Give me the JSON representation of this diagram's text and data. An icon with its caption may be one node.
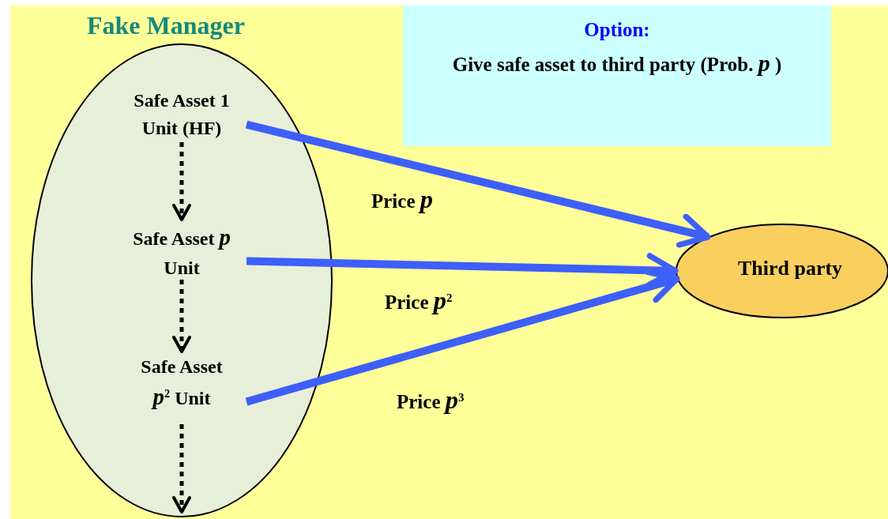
{
  "diagram": {
    "nodes": [
      {
        "text": [
          "Fake Manager"
        ]
      },
      {
        "text": [
          "Safe Asset 1 Unit (HF)"
        ],
        "in": 0
      },
      {
        "text": [
          "Safe Asset *p* Unit"
        ],
        "in": 0
      },
      {
        "text": [
          "Safe Asset *p*$^{2}$ Unit"
        ],
        "in": 0
      },
      {
        "text": [
          "Option:",
          "Give safe asset to third party (Prob. *p* )"
        ]
      },
      {
        "text": [
          "Third party"
        ]
      }
    ],
    "edges": [
      {
        "from": 1,
        "to": 2,
        "arrow": "to",
        "style": "dashed",
        "color": "#000000"
      },
      {
        "from": 2,
        "to": 3,
        "arrow": "to",
        "style": "dashed",
        "color": "#000000"
      },
      {
        "from": 3,
        "to": null,
        "arrow": "to",
        "style": "dashed",
        "color": "#000000"
      },
      {
        "from": 1,
        "to": 5,
        "arrow": "to",
        "label": "Price *p*",
        "style": "thick",
        "color": "#3d5ffa"
      },
      {
        "from": 2,
        "to": 5,
        "arrow": "to",
        "label": "Price *p*$^{2}$",
        "style": "thick",
        "color": "#3d5ffa"
      },
      {
        "from": 3,
        "to": 5,
        "arrow": "to",
        "label": "Price *p*$^{3}$",
        "style": "thick",
        "color": "#3d5ffa"
      }
    ]
  }
}
